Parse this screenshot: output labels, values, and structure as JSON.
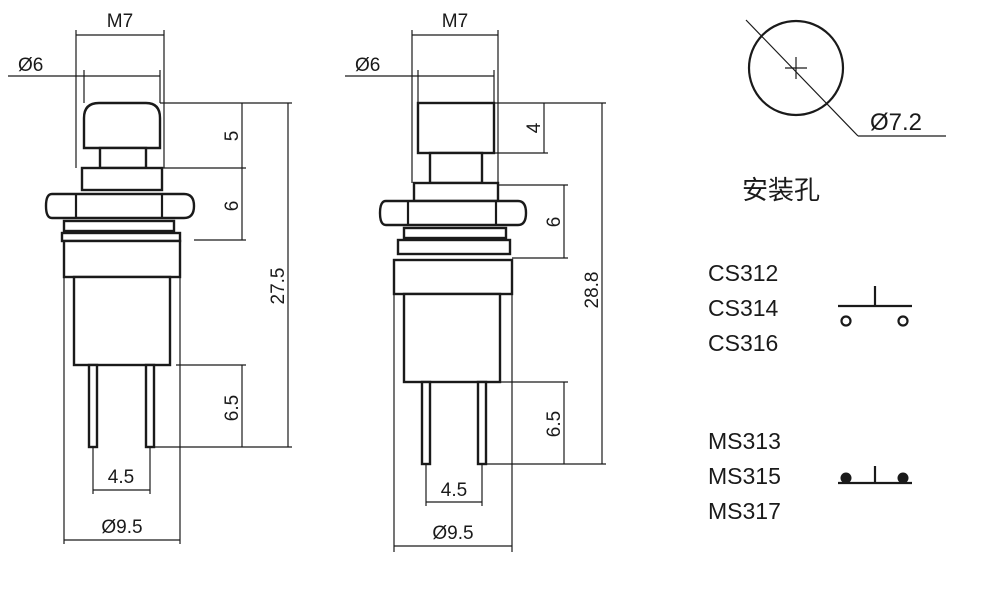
{
  "left_switch": {
    "thread_label": "M7",
    "cap_diameter_label": "Ø6",
    "cap_height_label": "5",
    "nut_height_label": "6",
    "total_height_label": "27.5",
    "pin_length_label": "6.5",
    "pin_spacing_label": "4.5",
    "body_diameter_label": "Ø9.5"
  },
  "right_switch": {
    "thread_label": "M7",
    "cap_diameter_label": "Ø6",
    "cap_height_label": "4",
    "nut_height_label": "6",
    "total_height_label": "28.8",
    "pin_length_label": "6.5",
    "pin_spacing_label": "4.5",
    "body_diameter_label": "Ø9.5"
  },
  "mounting_hole": {
    "diameter_label": "Ø7.2",
    "title": "安装孔"
  },
  "normally_open_models": [
    "CS312",
    "CS314",
    "CS316"
  ],
  "normally_closed_models": [
    "MS313",
    "MS315",
    "MS317"
  ]
}
